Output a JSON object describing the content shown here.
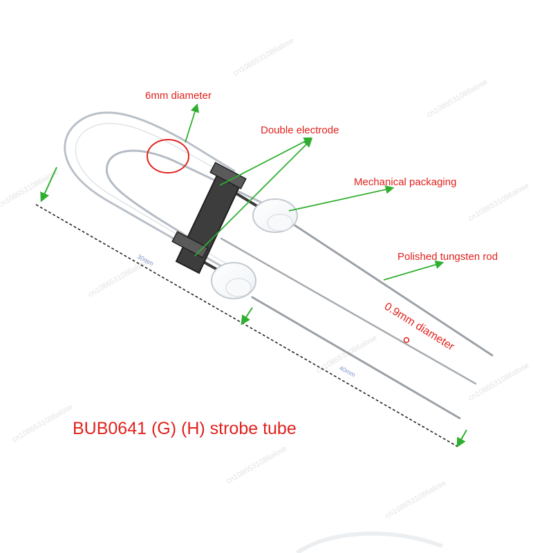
{
  "labels": {
    "tube_diameter": "6mm diameter",
    "electrode": "Double electrode",
    "packaging": "Mechanical packaging",
    "rod": "Polished tungsten rod",
    "rod_diameter": "0.9mm diameter",
    "dim_short": "30mm",
    "dim_long": "40mm",
    "product_title": "BUB0641 (G) (H) strobe tube"
  },
  "watermark": "cn1086531086alose",
  "colors": {
    "label_red": "#e0211c",
    "arrow_green": "#2fae2f",
    "dim_blue": "#7f95c8",
    "glass": "#b9c0c8",
    "rod": "#9aa0a6",
    "metal_dark": "#3a3a3a"
  }
}
